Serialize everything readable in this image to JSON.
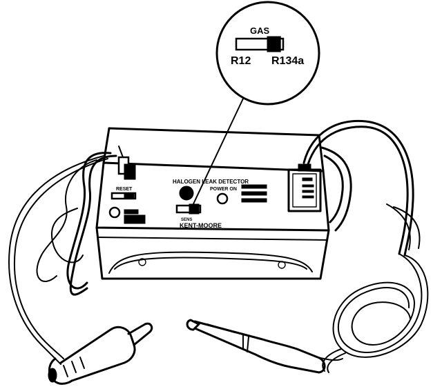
{
  "callout": {
    "gas_label": "GAS",
    "left_option": "R12",
    "right_option": "R134a"
  },
  "device": {
    "title_label": "HALOGEN LEAK DETECTOR",
    "brand_label": "KENT-MOORE",
    "left_panel_label": "RESET",
    "power_label": "POWER ON",
    "pos_label": "SENS"
  },
  "colors": {
    "ink": "#000000",
    "paper": "#ffffff"
  }
}
